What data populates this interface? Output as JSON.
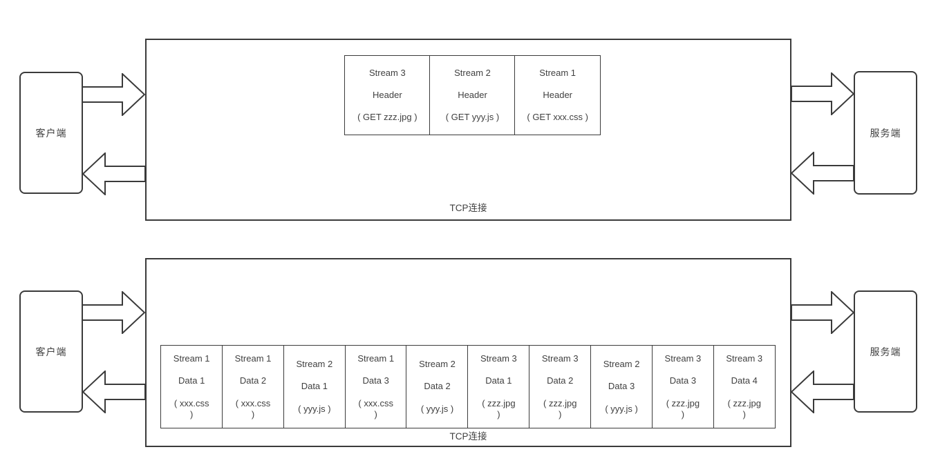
{
  "colors": {
    "line": "#3a3a3a",
    "text": "#3f3f3f",
    "background": "#ffffff"
  },
  "diagrams": [
    {
      "client_label": "客户端",
      "server_label": "服务端",
      "connection_label": "TCP连接",
      "frames": [
        {
          "line1": "Stream 3",
          "line2": "Header",
          "line3": "( GET zzz.jpg )"
        },
        {
          "line1": "Stream 2",
          "line2": "Header",
          "line3": "( GET yyy.js )"
        },
        {
          "line1": "Stream 1",
          "line2": "Header",
          "line3": "( GET xxx.css )"
        }
      ]
    },
    {
      "client_label": "客户端",
      "server_label": "服务端",
      "connection_label": "TCP连接",
      "frames": [
        {
          "line1": "Stream 1",
          "line2": "Data 1",
          "line3": "( xxx.css )"
        },
        {
          "line1": "Stream 1",
          "line2": "Data 2",
          "line3": "( xxx.css )"
        },
        {
          "line1": "Stream 2",
          "line2": "Data 1",
          "line3": "( yyy.js )"
        },
        {
          "line1": "Stream 1",
          "line2": "Data 3",
          "line3": "( xxx.css )"
        },
        {
          "line1": "Stream 2",
          "line2": "Data 2",
          "line3": "( yyy.js )"
        },
        {
          "line1": "Stream 3",
          "line2": "Data 1",
          "line3": "( zzz.jpg )"
        },
        {
          "line1": "Stream 3",
          "line2": "Data 2",
          "line3": "( zzz.jpg )"
        },
        {
          "line1": "Stream 2",
          "line2": "Data 3",
          "line3": "( yyy.js )"
        },
        {
          "line1": "Stream 3",
          "line2": "Data 3",
          "line3": "( zzz.jpg )"
        },
        {
          "line1": "Stream 3",
          "line2": "Data 4",
          "line3": "( zzz.jpg )"
        }
      ]
    }
  ]
}
